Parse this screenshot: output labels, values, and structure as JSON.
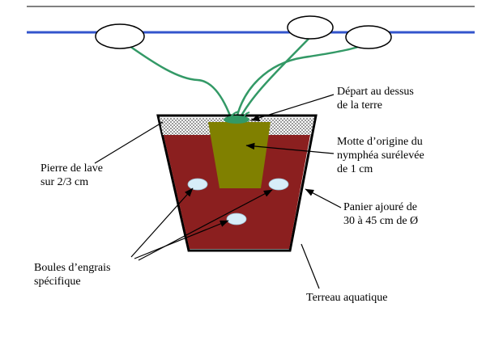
{
  "labels": {
    "depart": {
      "lines": [
        "Départ au dessus",
        "de la terre"
      ]
    },
    "motte": {
      "lines": [
        "Motte d’origine du",
        "nymphéa surélevée",
        "de 1 cm"
      ]
    },
    "pierre": {
      "lines": [
        "Pierre de lave",
        "sur 2/3 cm"
      ]
    },
    "panier": {
      "lines": [
        "Panier ajouré de",
        "30 à 45 cm de Ø"
      ]
    },
    "boules": {
      "lines": [
        "Boules d’engrais",
        "spécifique"
      ]
    },
    "terreau": {
      "lines": [
        "Terreau aquatique"
      ]
    }
  },
  "colors": {
    "water_line": "#3355cc",
    "stem_green": "#339966",
    "soil_red": "#8b1f1f",
    "rootball_olive": "#808000",
    "fertilizer_ball": "#d7edf8",
    "outline_black": "#000000"
  }
}
